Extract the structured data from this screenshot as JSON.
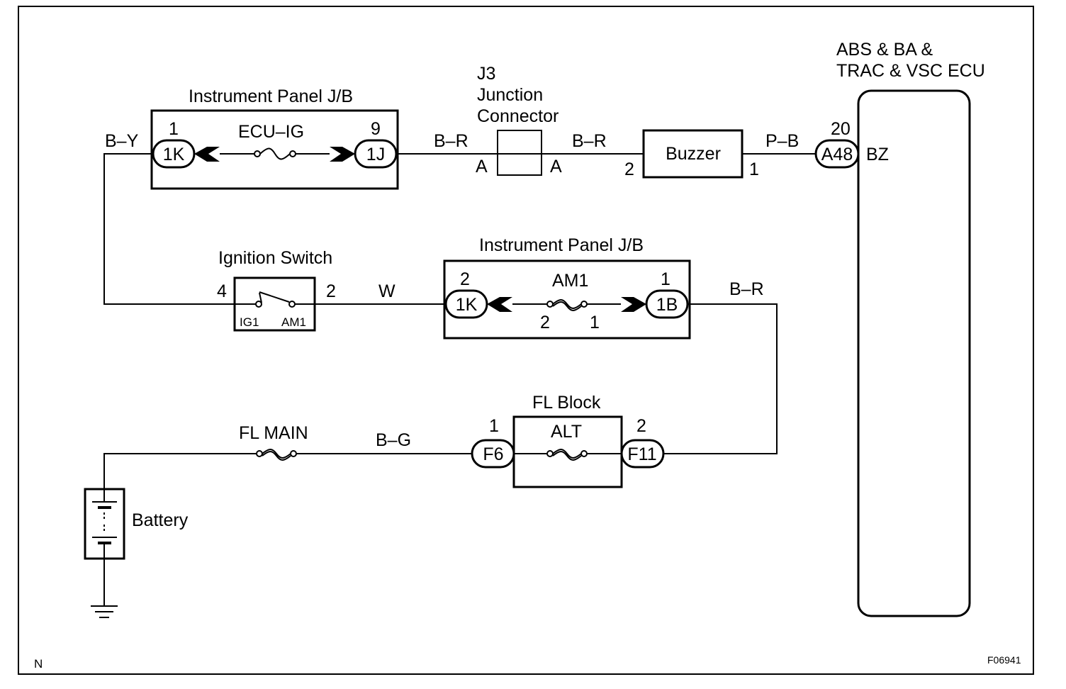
{
  "diagram_code": "F06941",
  "corner_label": "N",
  "ecu": {
    "title_line1": "ABS & BA &",
    "title_line2": "TRAC & VSC ECU",
    "pin_number": "20",
    "connector": "A48",
    "terminal": "BZ"
  },
  "jb_top": {
    "title": "Instrument Panel J/B",
    "fuse": "ECU–IG",
    "left_pin": "1",
    "left_connector": "1K",
    "right_pin": "9",
    "right_connector": "1J"
  },
  "junction": {
    "line1": "J3",
    "line2": "Junction",
    "line3": "Connector",
    "left_pin": "A",
    "right_pin": "A"
  },
  "buzzer": {
    "label": "Buzzer",
    "left_pin": "2",
    "right_pin": "1"
  },
  "ignition": {
    "title": "Ignition Switch",
    "left_pin": "4",
    "right_pin": "2",
    "contact_left": "IG1",
    "contact_right": "AM1"
  },
  "jb_mid": {
    "title": "Instrument Panel J/B",
    "fuse": "AM1",
    "left_pin": "2",
    "left_connector": "1K",
    "right_pin": "1",
    "right_connector": "1B",
    "fuse_pin_left": "2",
    "fuse_pin_right": "1"
  },
  "fl_block": {
    "title": "FL Block",
    "fuse": "ALT",
    "left_pin": "1",
    "left_connector": "F6",
    "right_pin": "2",
    "right_connector": "F11"
  },
  "fl_main": {
    "label": "FL MAIN"
  },
  "battery": {
    "label": "Battery"
  },
  "wires": {
    "by": "B–Y",
    "br1": "B–R",
    "br2": "B–R",
    "pb": "P–B",
    "w": "W",
    "br3": "B–R",
    "bg": "B–G"
  }
}
